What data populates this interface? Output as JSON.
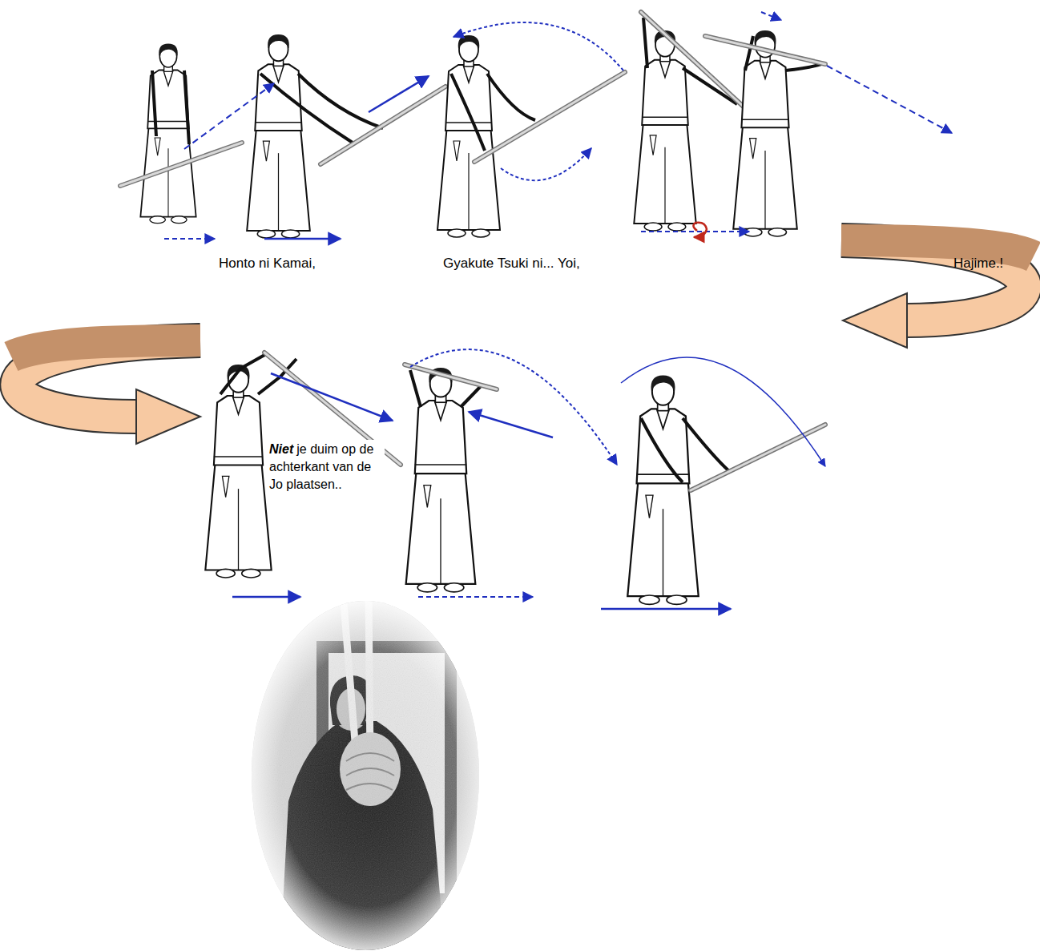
{
  "diagram": {
    "labels": [
      "Honto ni Kamai,",
      "Gyakute Tsuki ni... Yoi,",
      "Hajime.!",
      "Niet",
      "je duim op de achterkant van de Jo plaatsen.."
    ]
  }
}
